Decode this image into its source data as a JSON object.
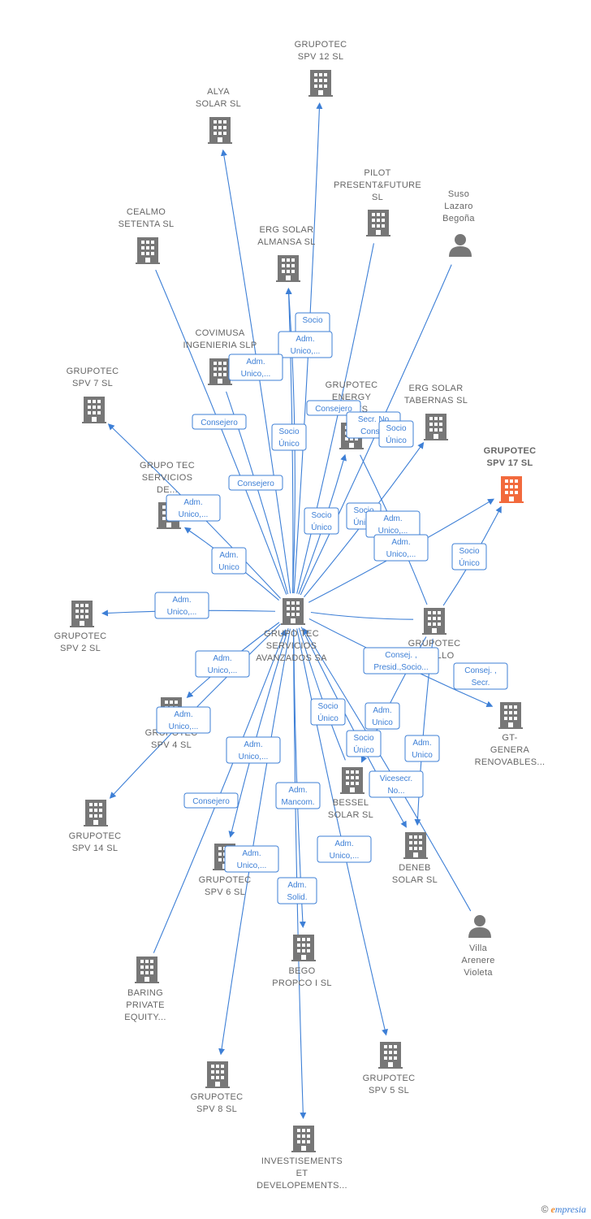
{
  "colors": {
    "edge": "#3d7fd6",
    "company_icon": "#777777",
    "highlight_icon": "#f26a3d",
    "text": "#666666"
  },
  "nodes": [
    {
      "id": "grupotec_spv12",
      "type": "company",
      "label": [
        "GRUPOTEC",
        "SPV 12  SL"
      ]
    },
    {
      "id": "alya_solar",
      "type": "company",
      "label": [
        "ALYA",
        "SOLAR  SL"
      ]
    },
    {
      "id": "pilot",
      "type": "company",
      "label": [
        "PILOT",
        "PRESENT&FUTURE",
        "SL"
      ]
    },
    {
      "id": "suso",
      "type": "person",
      "label": [
        "Suso",
        "Lazaro",
        "Begoña"
      ]
    },
    {
      "id": "cealmo",
      "type": "company",
      "label": [
        "CEALMO",
        "SETENTA  SL"
      ]
    },
    {
      "id": "erg_almansa",
      "type": "company",
      "label": [
        "ERG SOLAR",
        "ALMANSA  SL"
      ]
    },
    {
      "id": "covimusa",
      "type": "company",
      "label": [
        "COVIMUSA",
        "INGENIERIA SLP"
      ]
    },
    {
      "id": "grupotec_spv7",
      "type": "company",
      "label": [
        "GRUPOTEC",
        "SPV 7  SL"
      ]
    },
    {
      "id": "grupotec_energy",
      "type": "company",
      "label": [
        "GRUPOTEC",
        "ENERGY",
        "...ENTS"
      ]
    },
    {
      "id": "erg_tabernas",
      "type": "company",
      "label": [
        "ERG SOLAR",
        "TABERNAS  SL"
      ]
    },
    {
      "id": "grupotec_spv17",
      "type": "company",
      "highlight": true,
      "label": [
        "GRUPOTEC",
        "SPV 17  SL"
      ]
    },
    {
      "id": "grupo_tec_servicios_de",
      "type": "company",
      "label": [
        "GRUPO TEC",
        "SERVICIOS",
        "DE..."
      ]
    },
    {
      "id": "grupotec_spv2",
      "type": "company",
      "label": [
        "GRUPOTEC",
        "SPV 2  SL"
      ]
    },
    {
      "id": "grupo_tec_central",
      "type": "company",
      "label": [
        "GRUPO TEC",
        "SERVICIOS",
        "AVANZADOS SA"
      ]
    },
    {
      "id": "grupotec_desarrollo",
      "type": "company",
      "label": [
        "GRUPOTEC",
        "...ROLLO"
      ]
    },
    {
      "id": "gt_genera",
      "type": "company",
      "label": [
        "GT-",
        "GENERA",
        "RENOVABLES..."
      ]
    },
    {
      "id": "grupotec_spv4",
      "type": "company",
      "label": [
        "GRUPOTEC",
        "SPV 4  SL"
      ]
    },
    {
      "id": "grupotec_spv14",
      "type": "company",
      "label": [
        "GRUPOTEC",
        "SPV 14  SL"
      ]
    },
    {
      "id": "bessel",
      "type": "company",
      "label": [
        "BESSEL",
        "SOLAR  SL"
      ]
    },
    {
      "id": "deneb",
      "type": "company",
      "label": [
        "DENEB",
        "SOLAR  SL"
      ]
    },
    {
      "id": "grupotec_spv6",
      "type": "company",
      "label": [
        "GRUPOTEC",
        "SPV 6  SL"
      ]
    },
    {
      "id": "villa",
      "type": "person",
      "label": [
        "Villa",
        "Arenere",
        "Violeta"
      ]
    },
    {
      "id": "baring",
      "type": "company",
      "label": [
        "BARING",
        "PRIVATE",
        "EQUITY..."
      ]
    },
    {
      "id": "bego",
      "type": "company",
      "label": [
        "BEGO",
        "PROPCO I  SL"
      ]
    },
    {
      "id": "grupotec_spv8",
      "type": "company",
      "label": [
        "GRUPOTEC",
        "SPV 8  SL"
      ]
    },
    {
      "id": "grupotec_spv5",
      "type": "company",
      "label": [
        "GRUPOTEC",
        "SPV 5  SL"
      ]
    },
    {
      "id": "investisements",
      "type": "company",
      "label": [
        "INVESTISEMENTS",
        "ET",
        "DEVELOPEMENTS..."
      ]
    }
  ],
  "edges": [
    {
      "from": "grupo_tec_central",
      "to": "grupotec_spv12",
      "arrow": true
    },
    {
      "from": "grupo_tec_central",
      "to": "alya_solar",
      "arrow": true
    },
    {
      "from": "grupo_tec_central",
      "to": "pilot",
      "arrow": false
    },
    {
      "from": "grupo_tec_central",
      "to": "suso",
      "arrow": false
    },
    {
      "from": "grupo_tec_central",
      "to": "cealmo",
      "arrow": false
    },
    {
      "from": "grupo_tec_central",
      "to": "erg_almansa",
      "arrow": true
    },
    {
      "from": "grupo_tec_central",
      "to": "erg_almansa",
      "arrow": true
    },
    {
      "from": "grupo_tec_central",
      "to": "covimusa",
      "arrow": false
    },
    {
      "from": "grupo_tec_central",
      "to": "grupotec_spv7",
      "arrow": true
    },
    {
      "from": "grupo_tec_central",
      "to": "grupotec_energy",
      "arrow": true
    },
    {
      "from": "grupo_tec_central",
      "to": "erg_tabernas",
      "arrow": true
    },
    {
      "from": "grupo_tec_central",
      "to": "grupotec_spv17",
      "arrow": true
    },
    {
      "from": "grupotec_desarrollo",
      "to": "grupotec_spv17",
      "arrow": true
    },
    {
      "from": "grupotec_desarrollo",
      "to": "grupotec_energy",
      "arrow": false
    },
    {
      "from": "grupo_tec_central",
      "to": "grupo_tec_servicios_de",
      "arrow": true
    },
    {
      "from": "grupo_tec_central",
      "to": "grupotec_spv2",
      "arrow": true
    },
    {
      "from": "grupo_tec_central",
      "to": "grupotec_desarrollo",
      "arrow": false
    },
    {
      "from": "grupo_tec_central",
      "to": "gt_genera",
      "arrow": true
    },
    {
      "from": "grupo_tec_central",
      "to": "grupotec_spv4",
      "arrow": true
    },
    {
      "from": "grupo_tec_central",
      "to": "grupotec_spv14",
      "arrow": true
    },
    {
      "from": "grupo_tec_central",
      "to": "bessel",
      "arrow": false
    },
    {
      "from": "grupo_tec_central",
      "to": "deneb",
      "arrow": true
    },
    {
      "from": "grupotec_desarrollo",
      "to": "deneb",
      "arrow": true
    },
    {
      "from": "grupotec_desarrollo",
      "to": "bessel",
      "arrow": true
    },
    {
      "from": "grupo_tec_central",
      "to": "grupotec_spv6",
      "arrow": true
    },
    {
      "from": "villa",
      "to": "grupo_tec_central",
      "arrow": true
    },
    {
      "from": "baring",
      "to": "grupo_tec_central",
      "arrow": true
    },
    {
      "from": "grupo_tec_central",
      "to": "bego",
      "arrow": true
    },
    {
      "from": "grupo_tec_central",
      "to": "grupotec_spv8",
      "arrow": true
    },
    {
      "from": "grupo_tec_central",
      "to": "grupotec_spv5",
      "arrow": true
    },
    {
      "from": "grupo_tec_central",
      "to": "investisements",
      "arrow": true
    }
  ],
  "badges": [
    {
      "id": "b1",
      "lines": [
        "Socio",
        ""
      ]
    },
    {
      "id": "b2",
      "lines": [
        "Adm.",
        "Unico,..."
      ]
    },
    {
      "id": "b3",
      "lines": [
        "Adm.",
        "Unico,..."
      ]
    },
    {
      "id": "b4",
      "lines": [
        "Consejero"
      ]
    },
    {
      "id": "b5",
      "lines": [
        "Socio",
        "Único"
      ]
    },
    {
      "id": "b6",
      "lines": [
        "Consejero"
      ]
    },
    {
      "id": "b7",
      "lines": [
        "Secr.  No",
        "Cons..."
      ]
    },
    {
      "id": "b8",
      "lines": [
        "Socio",
        "Único"
      ]
    },
    {
      "id": "b9",
      "lines": [
        "Consejero"
      ]
    },
    {
      "id": "b10",
      "lines": [
        "Adm.",
        "Unico,..."
      ]
    },
    {
      "id": "b11",
      "lines": [
        "Socio",
        "Único"
      ]
    },
    {
      "id": "b12",
      "lines": [
        "Socio",
        "Único"
      ]
    },
    {
      "id": "b13",
      "lines": [
        "Adm.",
        "Unico,..."
      ]
    },
    {
      "id": "b14",
      "lines": [
        "Adm.",
        "Unico,..."
      ]
    },
    {
      "id": "b15",
      "lines": [
        "Adm.",
        "Unico"
      ]
    },
    {
      "id": "b16",
      "lines": [
        "Socio",
        "Único"
      ]
    },
    {
      "id": "b17",
      "lines": [
        "Adm.",
        "Unico,..."
      ]
    },
    {
      "id": "b18",
      "lines": [
        "Consej. ,",
        "Presid.,Socio..."
      ]
    },
    {
      "id": "b19",
      "lines": [
        "Consej. ,",
        "Secr."
      ]
    },
    {
      "id": "b20",
      "lines": [
        "Adm.",
        "Unico,..."
      ]
    },
    {
      "id": "b21",
      "lines": [
        "Adm.",
        "Unico,..."
      ]
    },
    {
      "id": "b22",
      "lines": [
        "Socio",
        "Único"
      ]
    },
    {
      "id": "b23",
      "lines": [
        "Adm.",
        "Unico"
      ]
    },
    {
      "id": "b24",
      "lines": [
        "Socio",
        "Único"
      ]
    },
    {
      "id": "b25",
      "lines": [
        "Adm.",
        "Unico"
      ]
    },
    {
      "id": "b26",
      "lines": [
        "Adm.",
        "Unico,..."
      ]
    },
    {
      "id": "b27",
      "lines": [
        "Consejero"
      ]
    },
    {
      "id": "b28",
      "lines": [
        "Adm.",
        "Mancom."
      ]
    },
    {
      "id": "b29",
      "lines": [
        "Vicesecr.",
        "No..."
      ]
    },
    {
      "id": "b30",
      "lines": [
        "Adm.",
        "Unico,..."
      ]
    },
    {
      "id": "b31",
      "lines": [
        "Adm.",
        "Solid."
      ]
    },
    {
      "id": "b32",
      "lines": [
        "Adm.",
        "Unico,..."
      ]
    }
  ],
  "footer": {
    "copyright": "©",
    "brand_initial": "e",
    "brand_rest": "mpresia"
  }
}
